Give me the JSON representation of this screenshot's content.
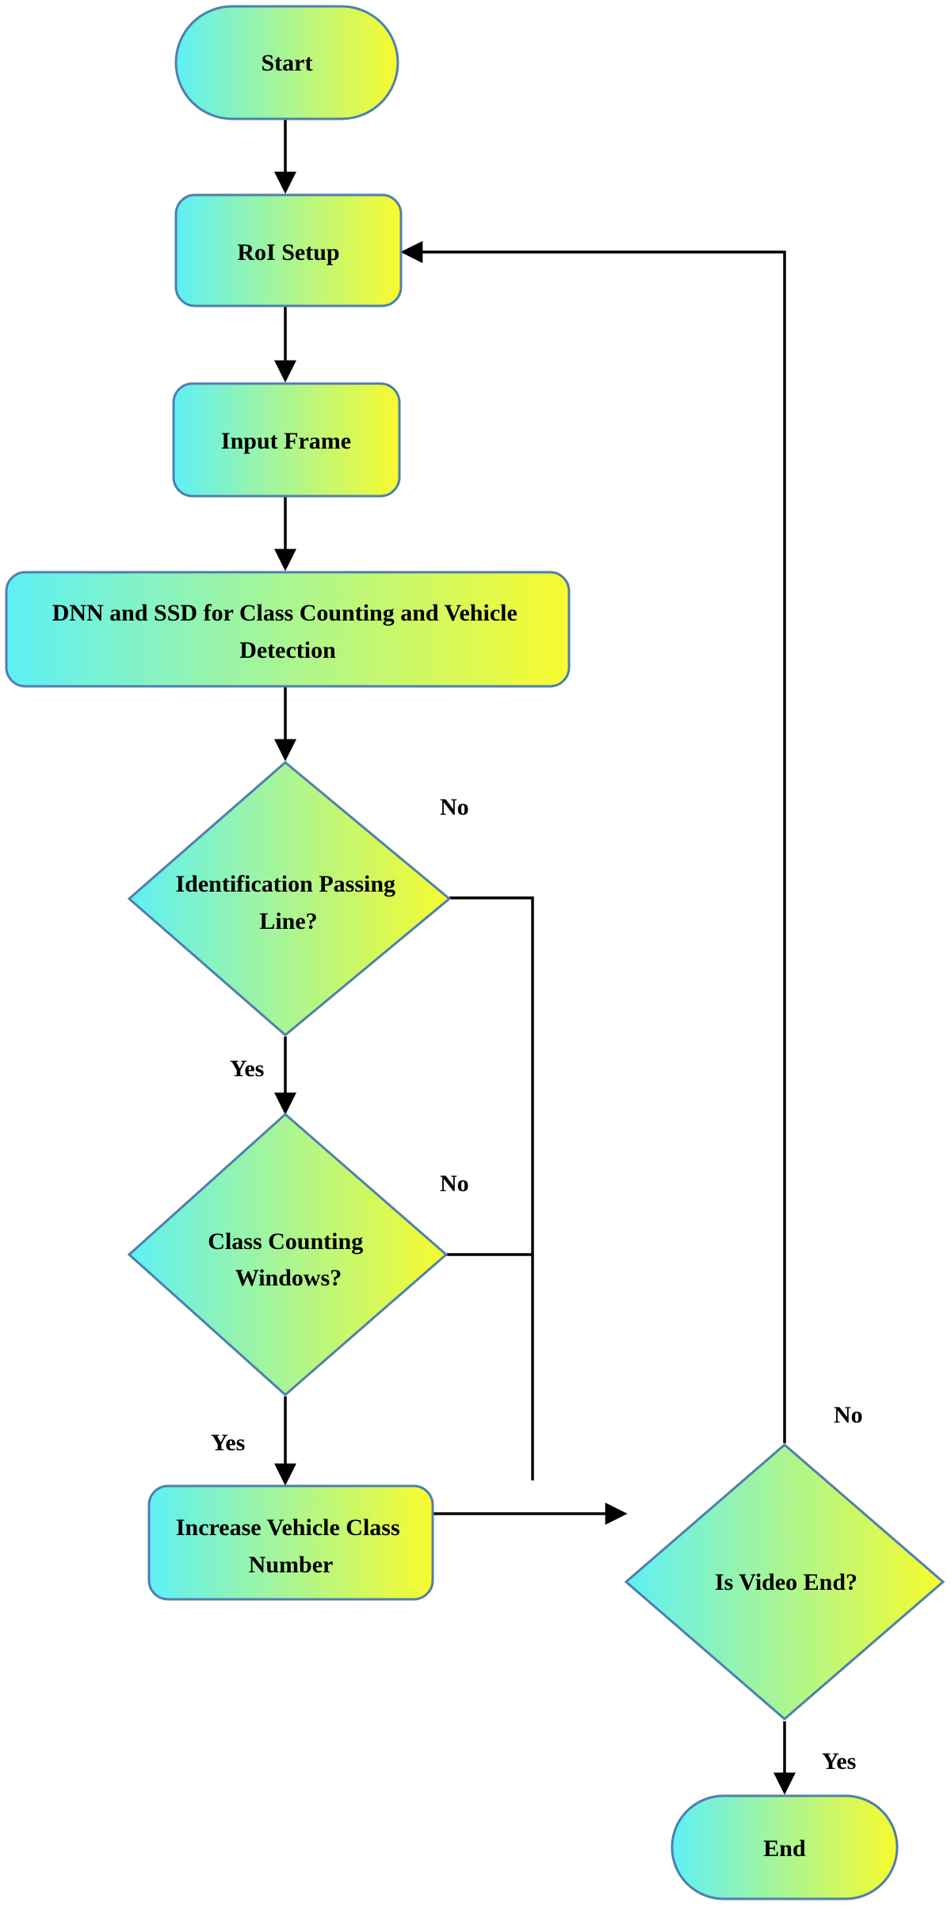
{
  "nodes": {
    "start": {
      "lines": [
        "Start"
      ]
    },
    "roi_setup": {
      "lines": [
        "RoI Setup"
      ]
    },
    "input_frame": {
      "lines": [
        "Input Frame"
      ]
    },
    "dnn_ssd": {
      "lines": [
        "DNN and SSD for Class Counting and Vehicle",
        "Detection"
      ]
    },
    "identification_passing": {
      "lines": [
        "Identification Passing",
        "Line?"
      ]
    },
    "class_counting": {
      "lines": [
        "Class Counting",
        "Windows?"
      ]
    },
    "increase_class": {
      "lines": [
        "Increase Vehicle Class",
        "Number"
      ]
    },
    "video_end": {
      "lines": [
        "Is Video End?"
      ]
    },
    "end": {
      "lines": [
        "End"
      ]
    }
  },
  "edge_labels": {
    "identification_no": "No",
    "identification_yes": "Yes",
    "class_counting_no": "No",
    "class_counting_yes": "Yes",
    "video_end_no": "No",
    "video_end_yes": "Yes"
  },
  "colors": {
    "gradient_start": "#5ef0f5",
    "gradient_end": "#f8fb2e",
    "border": "#4f7fae",
    "connector": "#000000"
  }
}
